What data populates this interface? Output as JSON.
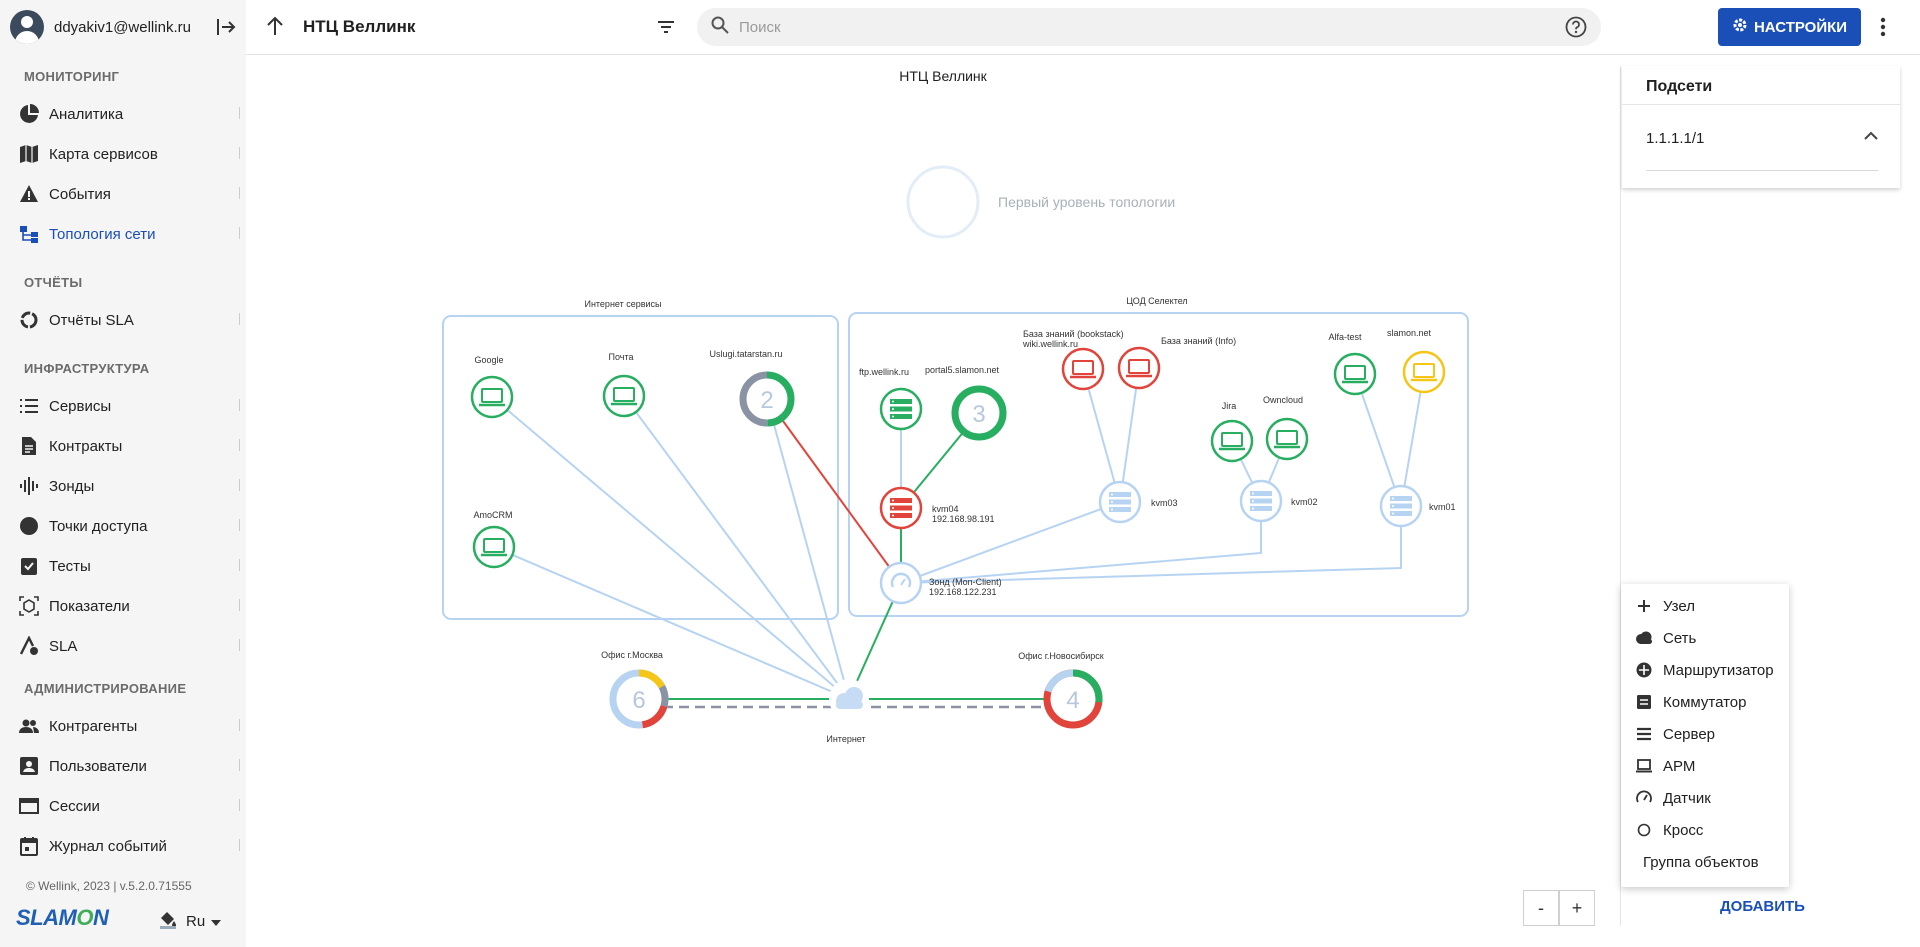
{
  "user": {
    "email": "ddyakiv1@wellink.ru"
  },
  "sidebar": {
    "sections": {
      "monitoring": "МОНИТОРИНГ",
      "reports": "ОТЧЁТЫ",
      "infrastructure": "ИНФРАСТРУКТУРА",
      "administration": "АДМИНИСТРИРОВАНИЕ"
    },
    "items": {
      "analytics": "Аналитика",
      "service_map": "Карта сервисов",
      "events": "События",
      "topology": "Топология сети",
      "sla_reports": "Отчёты SLA",
      "services": "Сервисы",
      "contracts": "Контракты",
      "probes": "Зонды",
      "access_points": "Точки доступа",
      "tests": "Тесты",
      "metrics": "Показатели",
      "sla": "SLA",
      "counterparties": "Контрагенты",
      "users": "Пользователи",
      "sessions": "Сессии",
      "event_log": "Журнал событий"
    },
    "copyright": "© Wellink, 2023 | v.5.2.0.71555",
    "logo": "SLAMON",
    "language": "Ru"
  },
  "header": {
    "title": "НТЦ Веллинк",
    "search_placeholder": "Поиск",
    "settings_label": "НАСТРОЙКИ"
  },
  "topology": {
    "title": "НТЦ Веллинк",
    "first_level": "Первый уровень топологии",
    "group_internet": "Интернет сервисы",
    "group_dc": "ЦОД Селектел",
    "nodes": {
      "google": "Google",
      "pochta": "Почта",
      "uslugi": "Uslugi.tatarstan.ru",
      "uslugi_count": "2",
      "amocrm": "AmoCRM",
      "ftp": "ftp.wellink.ru",
      "portal": "portal5.slamon.net",
      "portal_count": "3",
      "kvm04": "kvm04",
      "kvm04_ip": "192.168.98.191",
      "kb_bookstack": "База знаний (bookstack)",
      "kb_wiki": "wiki.wellink.ru",
      "kb_info": "База знаний (Info)",
      "kvm03": "kvm03",
      "jira": "Jira",
      "owncloud": "Owncloud",
      "kvm02": "kvm02",
      "alfa": "Alfa-test",
      "slamon": "slamon.net",
      "kvm01": "kvm01",
      "probe": "Зонд (Mon-Client)",
      "probe_ip": "192.168.122.231",
      "office_msk": "Офис г.Москва",
      "office_msk_count": "6",
      "office_nsk": "Офис г.Новосибирск",
      "office_nsk_count": "4",
      "internet": "Интернет"
    },
    "zoom_out": "-",
    "zoom_in": "+"
  },
  "right_panel": {
    "subnets_title": "Подсети",
    "subnet": "1.1.1.1/1",
    "add_label": "ДОБАВИТЬ",
    "menu": {
      "node": "Узел",
      "network": "Сеть",
      "router": "Маршрутизатор",
      "switch": "Коммутатор",
      "server": "Сервер",
      "arm": "АРМ",
      "sensor": "Датчик",
      "cross": "Кросс",
      "group": "Группа объектов"
    }
  },
  "colors": {
    "accent": "#1a4fb8",
    "ok": "#27ae60",
    "error": "#e0443a",
    "warning": "#f5c518",
    "link": "#b7d3f2"
  }
}
